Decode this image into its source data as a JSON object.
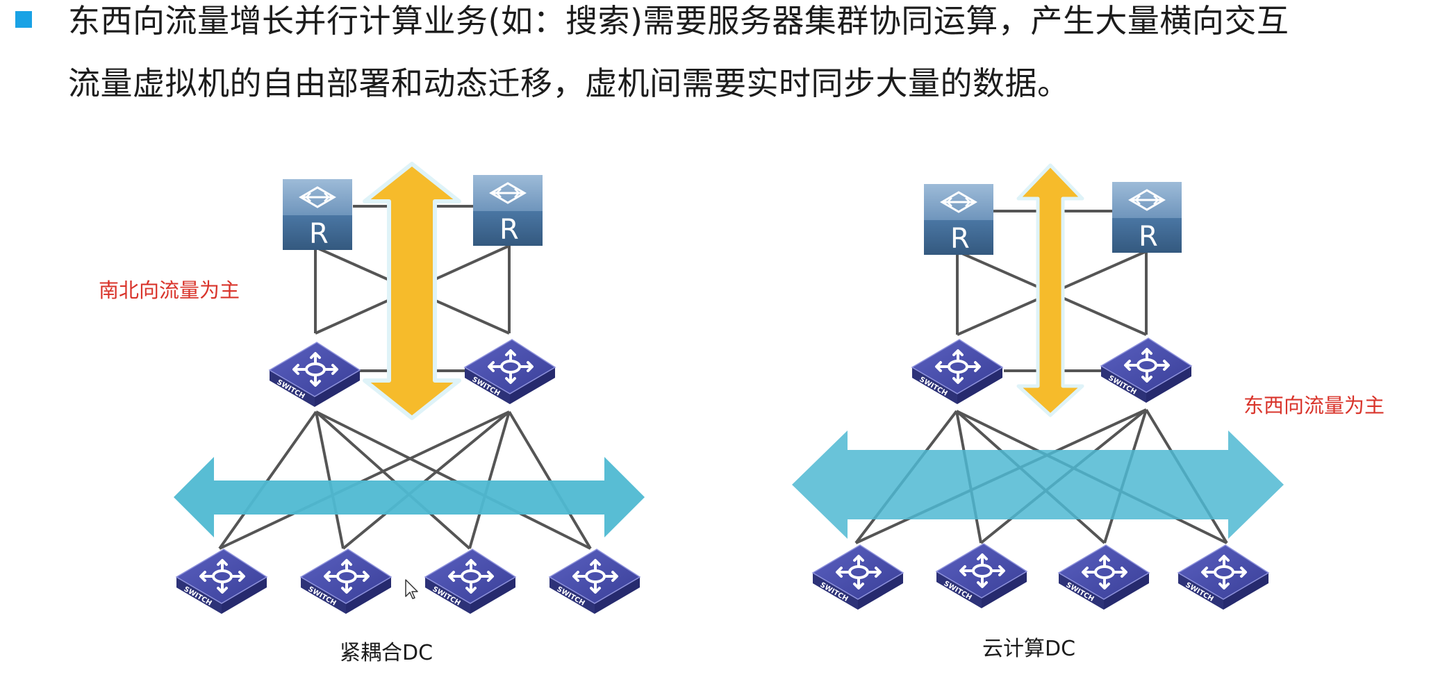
{
  "bullet": {
    "line1": "东西向流量增长并行计算业务(如：搜索)需要服务器集群协同运算，产生大量横向交互",
    "line2": "流量虚拟机的自由部署和动态迁移，虚机间需要实时同步大量的数据。"
  },
  "left_diagram": {
    "router_label": "R",
    "switch_label": "SWITCH",
    "traffic_label": "南北向流量为主",
    "caption": "紧耦合DC"
  },
  "right_diagram": {
    "router_label": "R",
    "switch_label": "SWITCH",
    "traffic_label": "东西向流量为主",
    "caption": "云计算DC"
  },
  "colors": {
    "bullet": "#19a2e5",
    "yellow_arrow": "#f6bb2b",
    "cyan_arrow": "#4fb9d2",
    "router_top": "#7fa3c6",
    "router_bottom": "#3e6791",
    "switch": "#3b3f96",
    "red_text": "#d9342b"
  }
}
